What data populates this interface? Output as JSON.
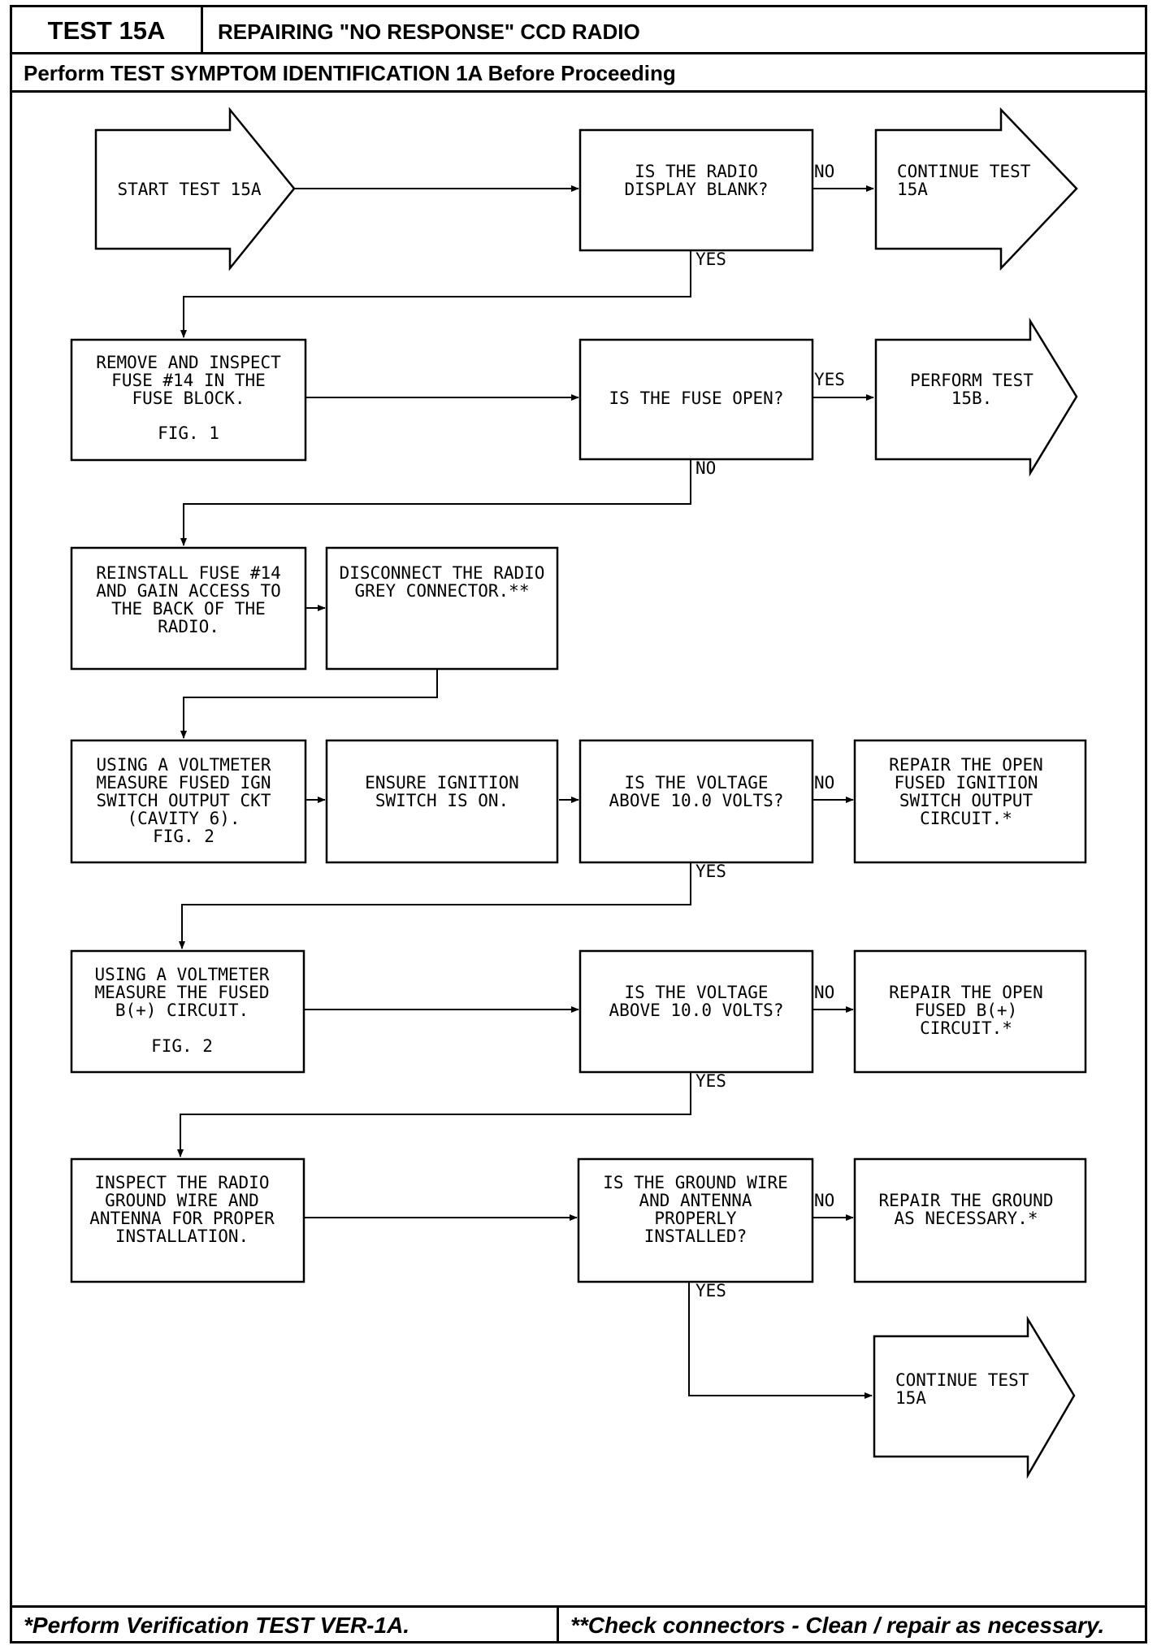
{
  "header": {
    "test_id": "TEST 15A",
    "title": "REPAIRING \"NO RESPONSE\" CCD RADIO",
    "prerequisite": "Perform TEST SYMPTOM IDENTIFICATION 1A Before Proceeding"
  },
  "footer": {
    "verification_note": "*Perform Verification TEST VER-1A.",
    "connector_note": "**Check connectors - Clean / repair as necessary."
  },
  "flowchart": {
    "start": {
      "text": "START TEST 15A"
    },
    "q_display_blank": {
      "lines": [
        "IS THE RADIO",
        "DISPLAY BLANK?"
      ]
    },
    "continue_1": {
      "lines": [
        "CONTINUE TEST",
        "15A"
      ]
    },
    "inspect_fuse": {
      "lines": [
        "REMOVE AND INSPECT",
        "FUSE #14 IN THE",
        "FUSE BLOCK."
      ],
      "fig": "FIG. 1"
    },
    "q_fuse_open": {
      "lines": [
        "IS THE FUSE OPEN?"
      ]
    },
    "perform_15b": {
      "lines": [
        "PERFORM TEST",
        "15B."
      ]
    },
    "reinstall_fuse": {
      "lines": [
        "REINSTALL FUSE #14",
        "AND GAIN ACCESS TO",
        "THE BACK OF THE",
        "RADIO."
      ]
    },
    "disconnect": {
      "lines": [
        "DISCONNECT THE RADIO",
        "GREY CONNECTOR.**"
      ]
    },
    "measure_ign": {
      "lines": [
        "USING A VOLTMETER",
        "MEASURE FUSED IGN",
        "SWITCH OUTPUT CKT",
        "(CAVITY 6).",
        "FIG. 2"
      ]
    },
    "ensure_ign": {
      "lines": [
        "ENSURE IGNITION",
        "SWITCH IS ON."
      ]
    },
    "q_voltage_1": {
      "lines": [
        "IS THE VOLTAGE",
        "ABOVE 10.0 VOLTS?"
      ]
    },
    "repair_ign": {
      "lines": [
        "REPAIR THE OPEN",
        "FUSED IGNITION",
        "SWITCH OUTPUT",
        "CIRCUIT.*"
      ]
    },
    "measure_b": {
      "lines": [
        "USING A VOLTMETER",
        "MEASURE THE FUSED",
        "B(+) CIRCUIT."
      ],
      "fig": "FIG. 2"
    },
    "q_voltage_2": {
      "lines": [
        "IS THE VOLTAGE",
        "ABOVE 10.0 VOLTS?"
      ]
    },
    "repair_b": {
      "lines": [
        "REPAIR THE OPEN",
        "FUSED B(+)",
        "CIRCUIT.*"
      ]
    },
    "inspect_ground": {
      "lines": [
        "INSPECT THE RADIO",
        "GROUND WIRE AND",
        "ANTENNA FOR PROPER",
        "INSTALLATION."
      ]
    },
    "q_ground": {
      "lines": [
        "IS THE GROUND WIRE",
        "AND ANTENNA",
        "PROPERLY",
        "INSTALLED?"
      ]
    },
    "repair_ground": {
      "lines": [
        "REPAIR THE GROUND",
        "AS NECESSARY.*"
      ]
    },
    "continue_2": {
      "lines": [
        "CONTINUE TEST",
        "15A"
      ]
    },
    "labels": {
      "yes": "YES",
      "no": "NO"
    }
  }
}
